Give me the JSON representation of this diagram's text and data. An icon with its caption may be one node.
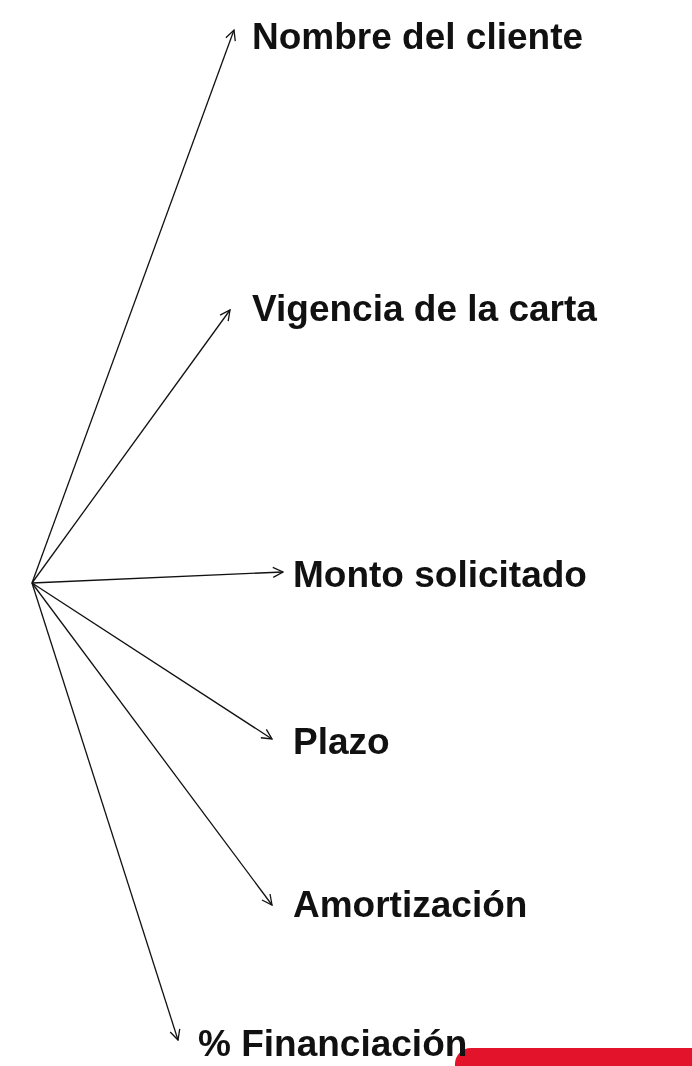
{
  "diagram": {
    "nodes": [
      {
        "text": [
          "Nombre del cliente"
        ]
      },
      {
        "text": [
          "Vigencia de la carta"
        ]
      },
      {
        "text": [
          "Monto solicitado"
        ]
      },
      {
        "text": [
          "Plazo"
        ]
      },
      {
        "text": [
          "Amortización"
        ]
      },
      {
        "text": [
          "% Financiación"
        ]
      }
    ],
    "edges": [
      {
        "from": null,
        "to": 0,
        "arrow": "to"
      },
      {
        "from": null,
        "to": 1,
        "arrow": "to"
      },
      {
        "from": null,
        "to": 2,
        "arrow": "to"
      },
      {
        "from": null,
        "to": 3,
        "arrow": "to"
      },
      {
        "from": null,
        "to": 4,
        "arrow": "to"
      },
      {
        "from": null,
        "to": 5,
        "arrow": "to"
      }
    ]
  }
}
